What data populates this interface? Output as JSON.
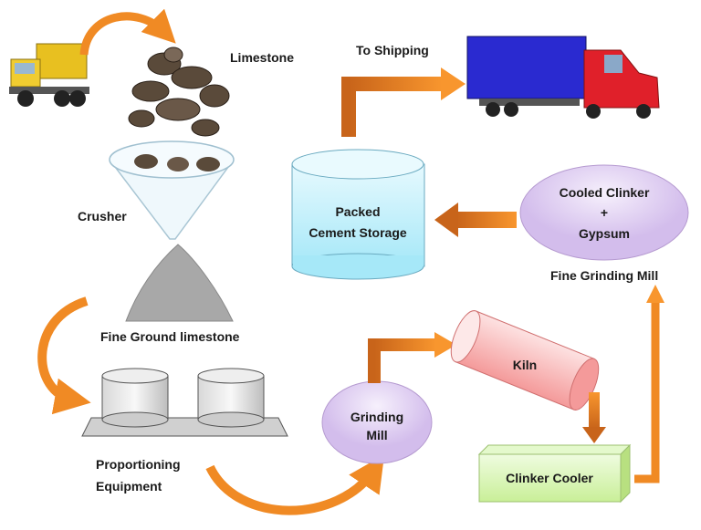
{
  "labels": {
    "limestone": "Limestone",
    "crusher": "Crusher",
    "fine_ground": "Fine Ground limestone",
    "proportioning_1": "Proportioning",
    "proportioning_2": "Equipment",
    "grinding_1": "Grinding",
    "grinding_2": "Mill",
    "kiln": "Kiln",
    "clinker_cooler": "Clinker Cooler",
    "fine_grinding_mill": "Fine Grinding Mill",
    "cooled_1": "Cooled Clinker",
    "cooled_2": "+",
    "cooled_3": "Gypsum",
    "storage_1": "Packed",
    "storage_2": "Cement Storage",
    "shipping": "To Shipping"
  },
  "colors": {
    "arrow": "#f08a24",
    "storage": "#bfeefa",
    "ellipse": "#e3d3f2",
    "kiln": "#f9b8b8",
    "cooler": "#d8f5b0"
  }
}
